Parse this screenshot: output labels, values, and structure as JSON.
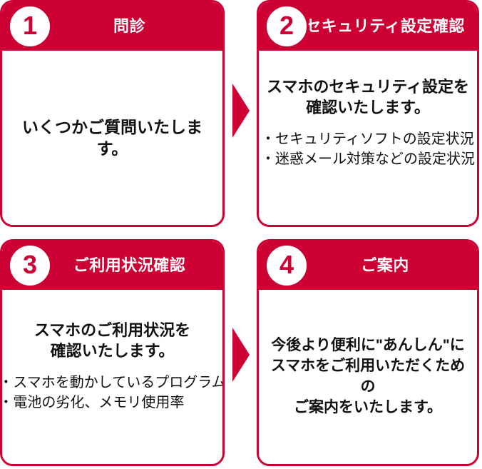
{
  "theme": {
    "brand_red": "#CC0033",
    "text_color": "#111111",
    "card_background": "#FFFFFF"
  },
  "flow": {
    "panels": [
      {
        "number": "1",
        "title": "問診",
        "lead": "いくつかご質問いたします。",
        "bullets": []
      },
      {
        "number": "2",
        "title": "セキュリティ設定確認",
        "lead": "スマホのセキュリティ設定を\n確認いたします。",
        "lead_line1": "スマホのセキュリティ設定を",
        "lead_line2": "確認いたします。",
        "bullets": [
          "・セキュリティソフトの設定状況",
          "・迷惑メール対策などの設定状況"
        ]
      },
      {
        "number": "3",
        "title": "ご利用状況確認",
        "lead_line1": "スマホのご利用状況を",
        "lead_line2": "確認いたします。",
        "bullets": [
          "・スマホを動かしているプログラム",
          "・電池の劣化、メモリ使用率"
        ]
      },
      {
        "number": "4",
        "title": "ご案内",
        "lead_line1": "今後より便利に\"あんしん\"に",
        "lead_line2": "スマホをご利用いただくための",
        "lead_line3": "ご案内をいたします。",
        "bullets": []
      }
    ],
    "connectors": [
      {
        "name": "arrow-step-1-to-2",
        "direction": "right"
      },
      {
        "name": "arrow-step-3-to-4",
        "direction": "right"
      }
    ]
  }
}
